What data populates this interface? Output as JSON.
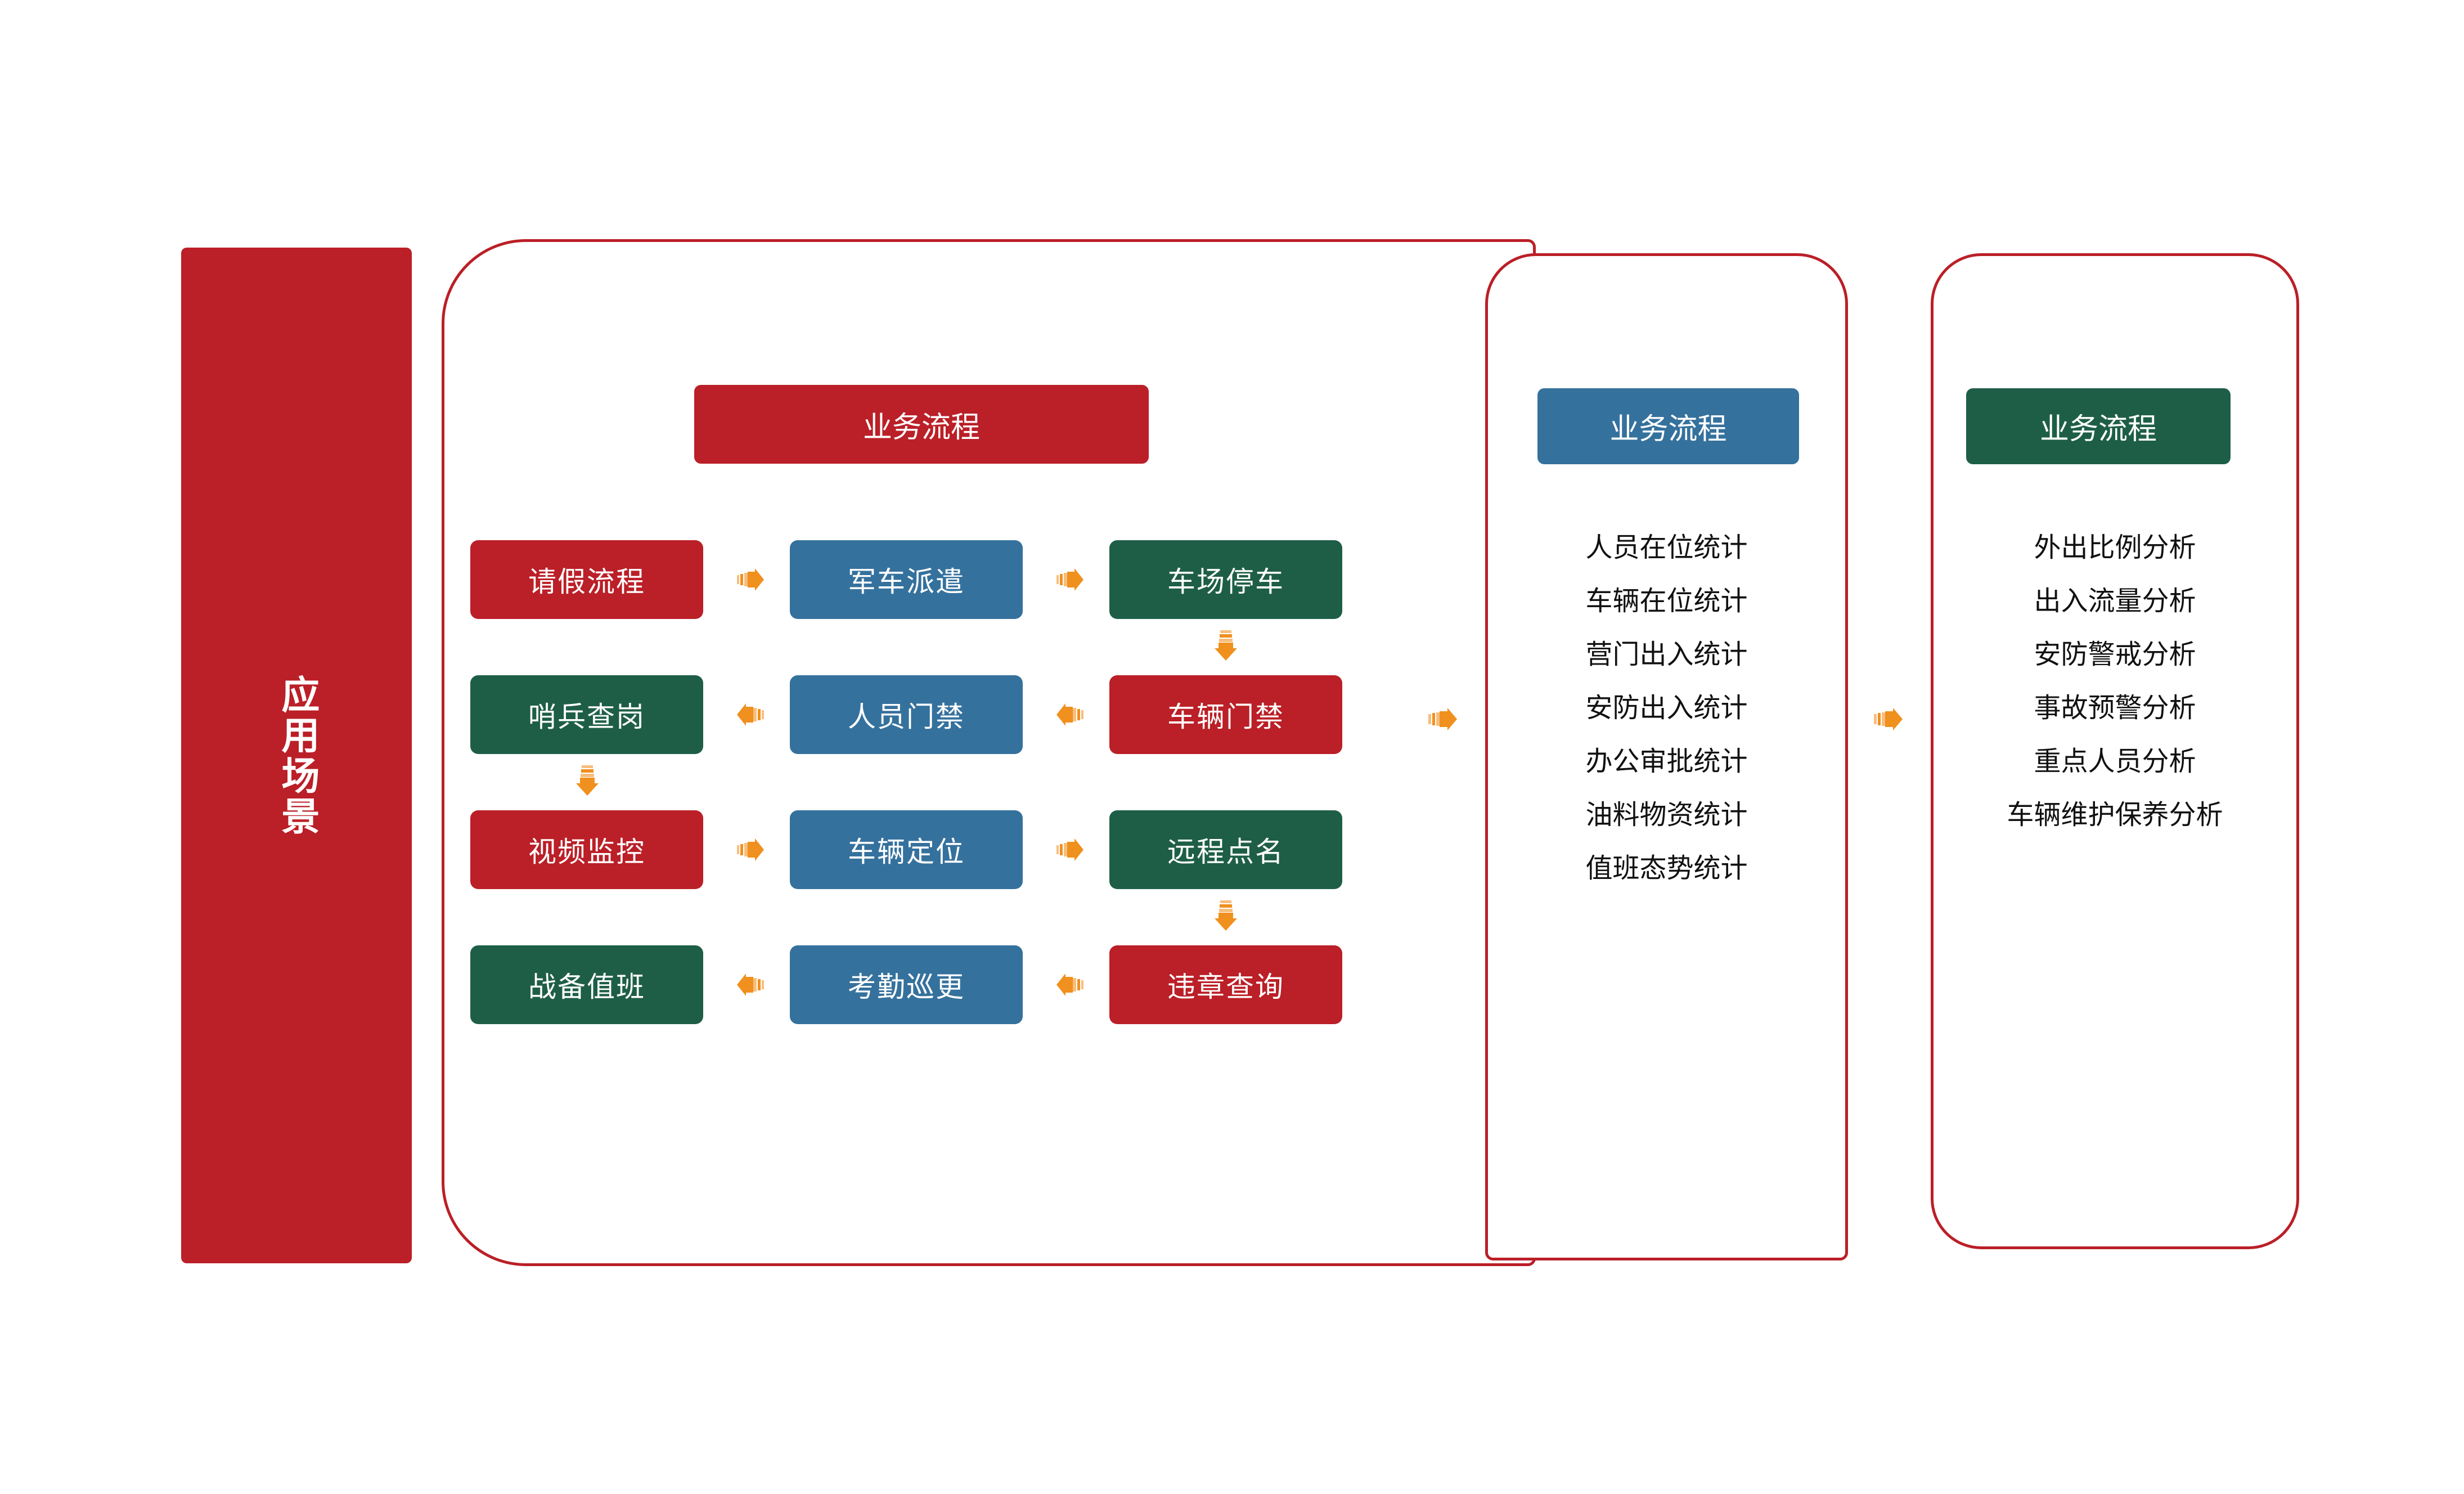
{
  "banner": {
    "label": "应用场景"
  },
  "panels": {
    "flow": {
      "title": "业务流程",
      "title_color": "#BB1F27",
      "rows": [
        {
          "direction": "right",
          "boxes": [
            {
              "label": "请假流程",
              "color": "red"
            },
            {
              "label": "军车派遣",
              "color": "blue"
            },
            {
              "label": "车场停车",
              "color": "green"
            }
          ],
          "down_arrow_after": "col2"
        },
        {
          "direction": "left",
          "boxes": [
            {
              "label": "哨兵查岗",
              "color": "green"
            },
            {
              "label": "人员门禁",
              "color": "blue"
            },
            {
              "label": "车辆门禁",
              "color": "red"
            }
          ],
          "down_arrow_after": "col0"
        },
        {
          "direction": "right",
          "boxes": [
            {
              "label": "视频监控",
              "color": "red"
            },
            {
              "label": "车辆定位",
              "color": "blue"
            },
            {
              "label": "远程点名",
              "color": "green"
            }
          ],
          "down_arrow_after": "col2"
        },
        {
          "direction": "left",
          "boxes": [
            {
              "label": "战备值班",
              "color": "green"
            },
            {
              "label": "考勤巡更",
              "color": "blue"
            },
            {
              "label": "违章查询",
              "color": "red"
            }
          ],
          "down_arrow_after": "none"
        }
      ]
    },
    "stats": {
      "title": "业务流程",
      "title_color": "#35719D",
      "items": [
        "人员在位统计",
        "车辆在位统计",
        "营门出入统计",
        "安防出入统计",
        "办公审批统计",
        "油料物资统计",
        "值班态势统计"
      ]
    },
    "analysis": {
      "title": "业务流程",
      "title_color": "#1E5E47",
      "items": [
        "外出比例分析",
        "出入流量分析",
        "安防警戒分析",
        "事故预警分析",
        "重点人员分析",
        "车辆维护保养分析"
      ]
    }
  },
  "colors": {
    "red": "#BB1F27",
    "blue": "#35719D",
    "green": "#1E5E47",
    "arrow_orange": "#F0901E",
    "arrow_orange_light": "#F7BE7E",
    "panel_border": "#BB1F27",
    "text_dark": "#111111",
    "background": "#FFFFFF"
  },
  "icons": {
    "arrow_right": "arrow-right-icon",
    "arrow_left": "arrow-left-icon",
    "arrow_down": "arrow-down-icon"
  }
}
